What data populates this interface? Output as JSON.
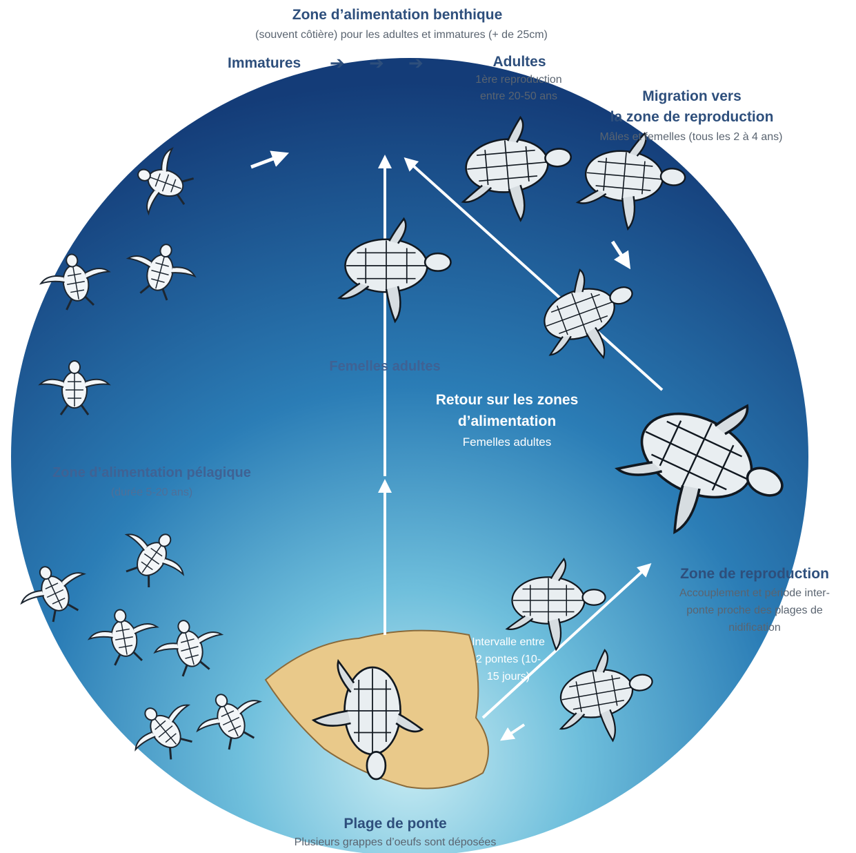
{
  "top": {
    "title": "Zone d’alimentation benthique",
    "subtitle": "(souvent côtière) pour les adultes et immatures (+ de 25cm)",
    "immatures": "Immatures",
    "arrows": "➔ ➔ ➔",
    "adultes": "Adultes",
    "adultes_note_line1": "1ère reproduction",
    "adultes_note_line2": "entre 20-50 ans"
  },
  "migration": {
    "title_line1": "Migration vers",
    "title_line2": "la zone de reproduction",
    "note": "Mâles et femelles (tous les 2 à 4 ans)"
  },
  "center": {
    "femelles_adultes": "Femelles adultes",
    "retour_line1": "Retour sur les zones",
    "retour_line2": "d’alimentation",
    "retour_note": "Femelles adultes"
  },
  "pelagique": {
    "title": "Zone d’alimentation pélagique",
    "note": "(durée 5-20 ans)"
  },
  "reproduction": {
    "title": "Zone de reproduction",
    "note_line1": "Accouplement et période inter-",
    "note_line2": "ponte proche des plages de",
    "note_line3": "nidification"
  },
  "interval": {
    "line1": "Intervalle entre",
    "line2": "2 pontes (10-",
    "line3": "15 jours)"
  },
  "ponte": {
    "title": "Plage de ponte",
    "note": "Plusieurs grappes d’oeufs sont déposées"
  },
  "colors": {
    "ocean_dark": "#163a73",
    "ocean_mid": "#2a79b4",
    "ocean_light": "#bfe6f2",
    "sand": "#e9c98a",
    "label_blue": "#2e4f7c"
  }
}
